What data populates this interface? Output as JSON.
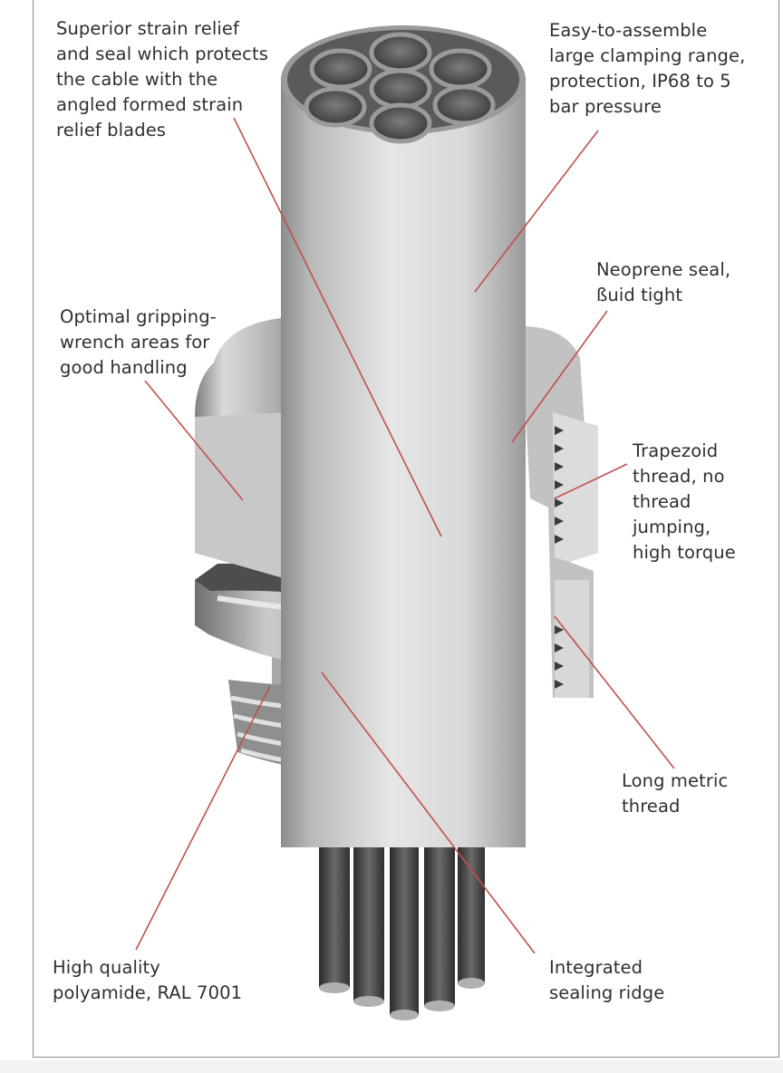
{
  "callouts": {
    "strain_relief": [
      "Superior strain relief",
      "and seal which protects",
      "the cable with the",
      "angled formed strain",
      "relief blades"
    ],
    "clamping": [
      "Easy-to-assemble",
      "large clamping range,",
      "protection, IP68 to 5",
      "bar pressure"
    ],
    "neoprene": [
      "Neoprene seal,",
      "ßuid tight"
    ],
    "gripping": [
      "Optimal gripping-",
      "wrench areas for",
      "good handling"
    ],
    "trapezoid": [
      "Trapezoid",
      "thread, no",
      "thread",
      "jumping,",
      "high torque"
    ],
    "metric": [
      "Long metric",
      "thread"
    ],
    "polyamide": [
      "High quality",
      "polyamide, RAL 7001"
    ],
    "sealing_ridge": [
      "Integrated",
      "sealing ridge"
    ]
  },
  "colors": {
    "leader_line": "#c0504d",
    "body_gray": "#cfcfcf",
    "text": "#2f2f2f"
  }
}
